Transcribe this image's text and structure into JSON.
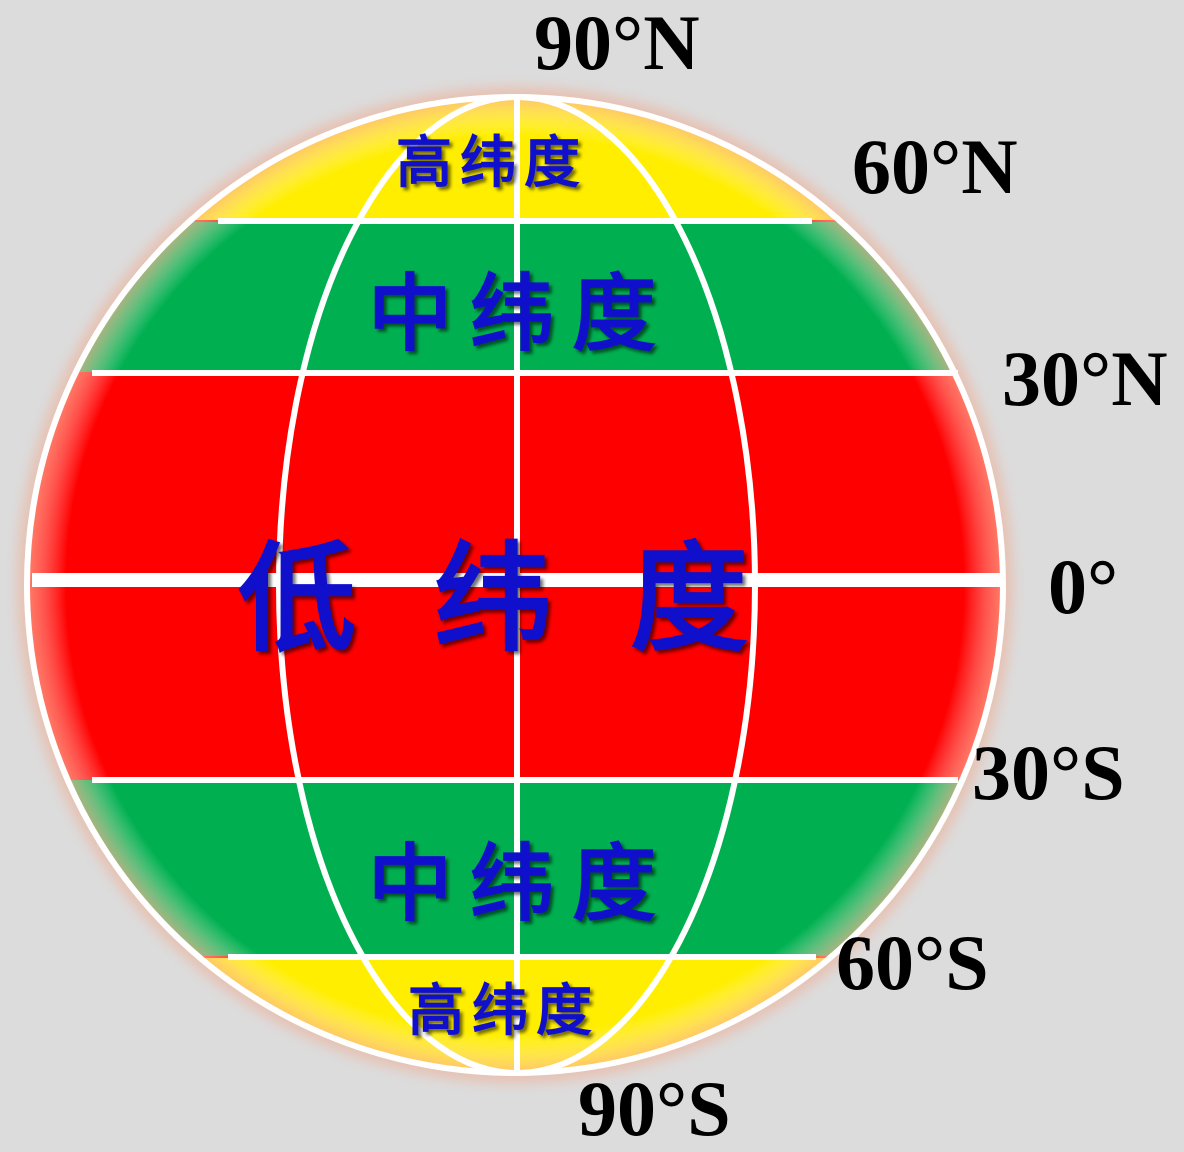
{
  "colors": {
    "background": "#dcdcdc",
    "high_latitude": "#ffee00",
    "mid_latitude": "#00b050",
    "low_latitude": "#ff0000",
    "grid_lines": "#ffffff",
    "zone_text": "#1010cc",
    "latitude_text": "#000000"
  },
  "latitude_labels": {
    "n90": "90°N",
    "n60": "60°N",
    "n30": "30°N",
    "equator": "0°",
    "s30": "30°S",
    "s60": "60°S",
    "s90": "90°S"
  },
  "zones": {
    "north_high": "高纬度",
    "north_mid": "中纬度",
    "low": "低纬度",
    "south_mid": "中纬度",
    "south_high": "高纬度"
  }
}
